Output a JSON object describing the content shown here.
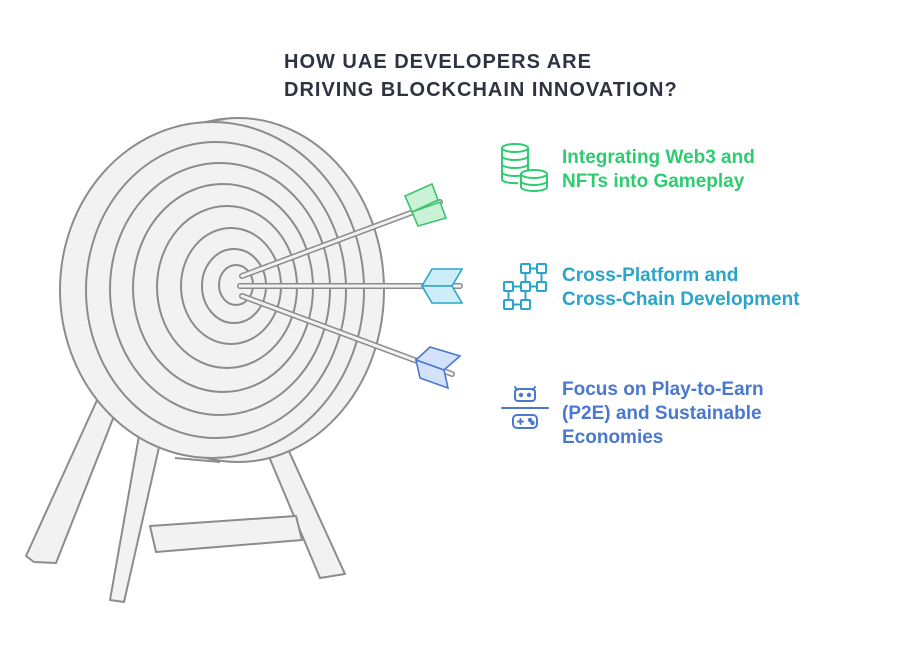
{
  "title": {
    "line1": "HOW UAE DEVELOPERS ARE",
    "line2": "DRIVING BLOCKCHAIN INNOVATION?"
  },
  "items": [
    {
      "line1": "Integrating Web3 and",
      "line2": "NFTs into Gameplay",
      "color": "#2ecc71",
      "icon": "coins-stack-icon"
    },
    {
      "line1": "Cross-Platform and",
      "line2": "Cross-Chain Development",
      "color": "#2aa5c9",
      "icon": "network-nodes-icon"
    },
    {
      "line1": "Focus on Play-to-Earn",
      "line2": "(P2E) and Sustainable",
      "line3": "Economies",
      "color": "#4a78d0",
      "icon": "game-controller-icon"
    }
  ],
  "colors": {
    "target_fill": "#f2f2f2",
    "target_stroke": "#8c8c8c",
    "title": "#2d3340"
  }
}
